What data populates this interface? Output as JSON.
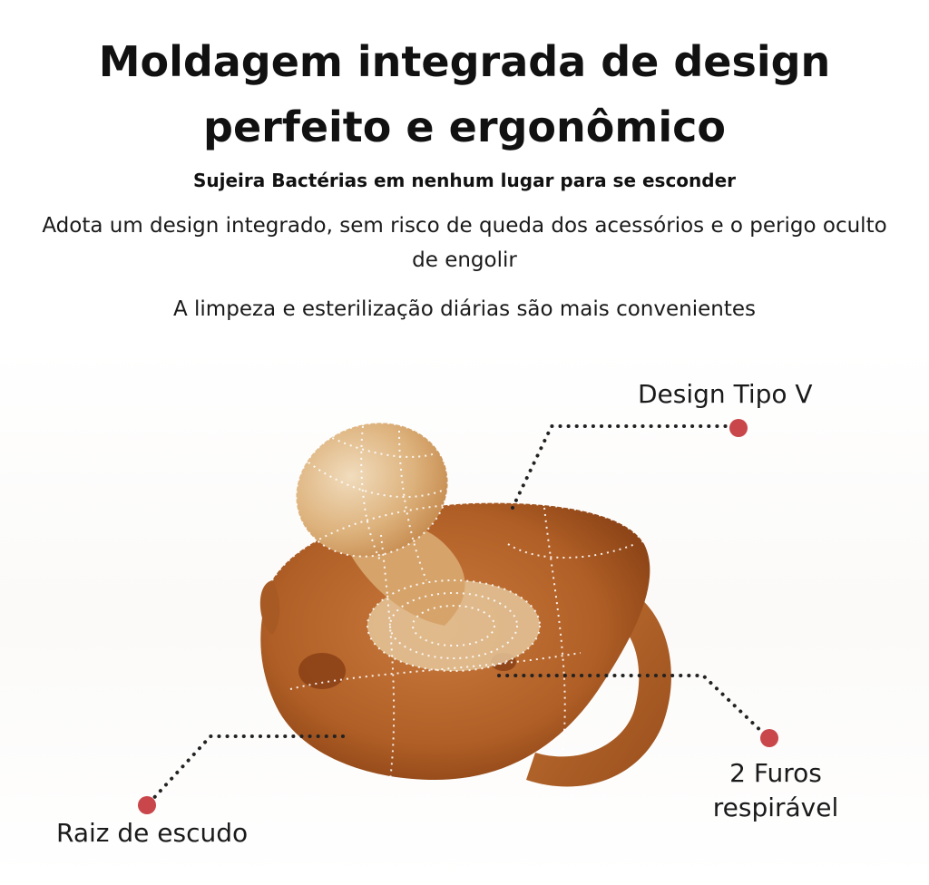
{
  "heading": {
    "line1": "Moldagem integrada de design",
    "line2": "perfeito e ergonômico"
  },
  "subtitle": "Sujeira Bactérias em nenhum lugar para se esconder",
  "description": {
    "line1": "Adota um design integrado, sem risco de queda dos acessórios e o perigo oculto de engolir",
    "line2": "A limpeza e esterilização diárias são mais convenientes"
  },
  "callouts": {
    "v_design": "Design Tipo V",
    "breathing_holes_1": "2 Furos",
    "breathing_holes_2": "respirável",
    "shield_root": "Raiz de escudo"
  },
  "colors": {
    "rubber": "#b8652a",
    "rubber_dark": "#8e4517",
    "nipple": "#dcb584",
    "marker": "#c9474b"
  }
}
